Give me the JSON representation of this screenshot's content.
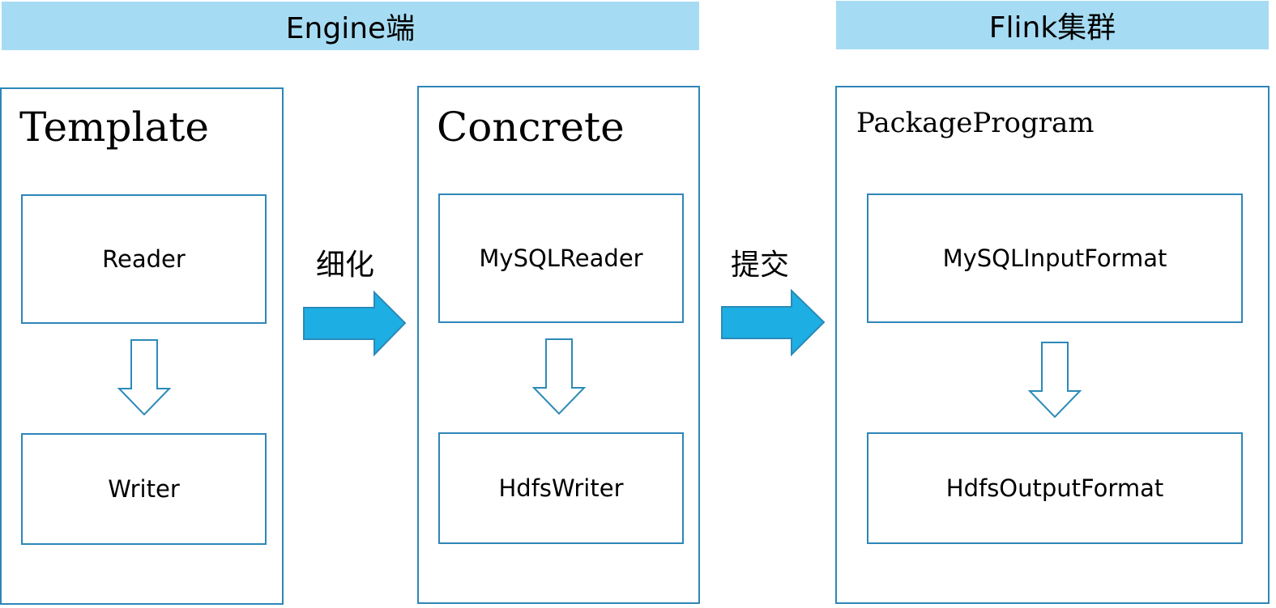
{
  "headers": {
    "engine": "Engine端",
    "flink": "Flink集群"
  },
  "panels": [
    {
      "title": "Template",
      "top_node": "Reader",
      "bottom_node": "Writer"
    },
    {
      "title": "Concrete",
      "top_node": "MySQLReader",
      "bottom_node": "HdfsWriter"
    },
    {
      "title": "PackageProgram",
      "top_node": "MySQLInputFormat",
      "bottom_node": "HdfsOutputFormat"
    }
  ],
  "transitions": [
    {
      "label": "细化"
    },
    {
      "label": "提交"
    }
  ],
  "colors": {
    "header_fill": "#a6dcf3",
    "border": "#2e86b8",
    "arrow_fill": "#1daee3",
    "arrow_stroke": "#2b8ab8"
  }
}
